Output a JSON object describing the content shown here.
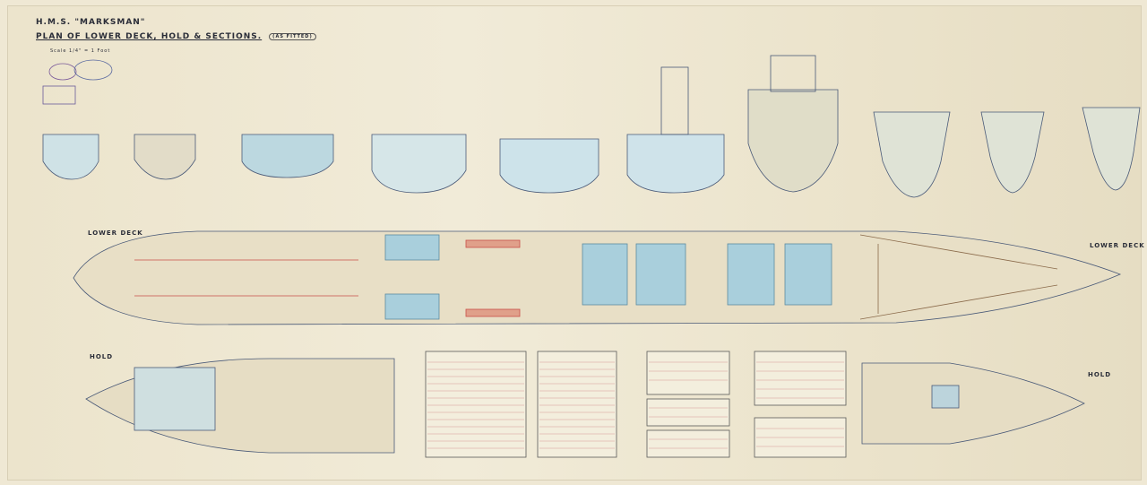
{
  "title": {
    "ship": "H.M.S. \"MARKSMAN\"",
    "plan": "PLAN OF LOWER DECK, HOLD & SECTIONS.",
    "note": "(AS FITTED)",
    "scale": "Scale 1/4\" = 1 Foot"
  },
  "labels": {
    "lower_deck_left": "LOWER DECK",
    "lower_deck_right": "LOWER DECK",
    "hold_left": "HOLD",
    "hold_right": "HOLD"
  },
  "colors": {
    "paper": "#efe8d4",
    "ink": "#2a2d38",
    "blue_wash": "#a9cfdc",
    "red_line": "#c9504a",
    "ochre": "#d4a85a"
  }
}
